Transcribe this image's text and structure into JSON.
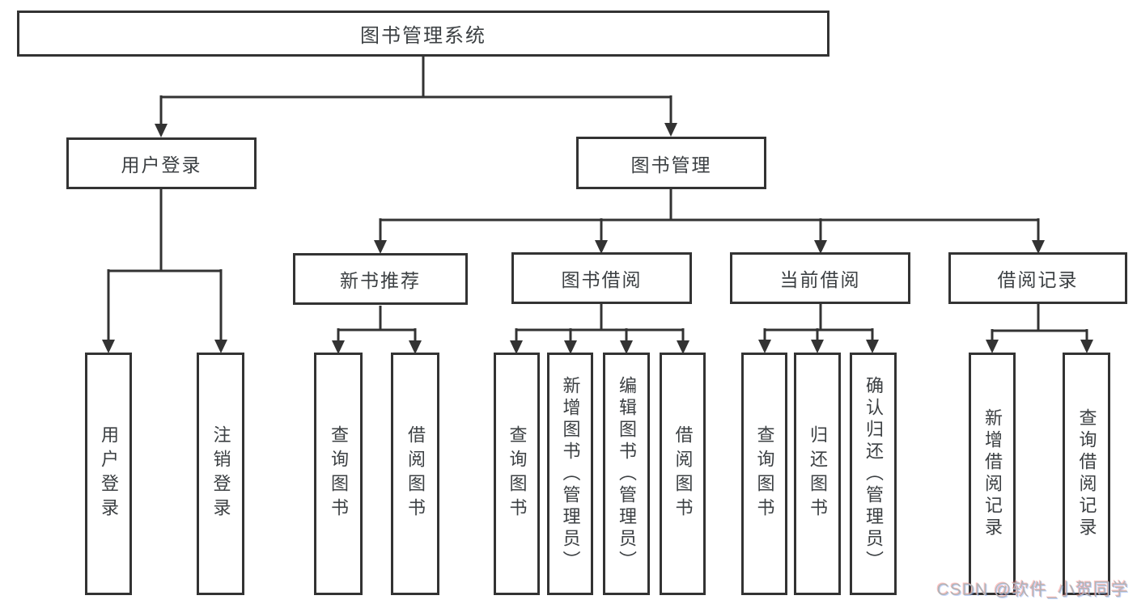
{
  "tree": {
    "root": {
      "label": "图书管理系统",
      "children": [
        {
          "label": "用户登录",
          "children": [
            {
              "label": "用户登录"
            },
            {
              "label": "注销登录"
            }
          ]
        },
        {
          "label": "图书管理",
          "children": [
            {
              "label": "新书推荐",
              "children": [
                {
                  "label": "查询图书"
                },
                {
                  "label": "借阅图书"
                }
              ]
            },
            {
              "label": "图书借阅",
              "children": [
                {
                  "label": "查询图书"
                },
                {
                  "label": "新增图书（管理员）"
                },
                {
                  "label": "编辑图书（管理员）"
                },
                {
                  "label": "借阅图书"
                }
              ]
            },
            {
              "label": "当前借阅",
              "children": [
                {
                  "label": "查询图书"
                },
                {
                  "label": "归还图书"
                },
                {
                  "label": "确认归还（管理员）"
                }
              ]
            },
            {
              "label": "借阅记录",
              "children": [
                {
                  "label": "新增借阅记录"
                },
                {
                  "label": "查询借阅记录"
                }
              ]
            }
          ]
        }
      ]
    }
  },
  "watermark": {
    "text": "CSDN @软件_小贺同学"
  },
  "colors": {
    "line": "#333333",
    "text": "#3c4043",
    "watermark": "#b4b4b4",
    "background": "#ffffff"
  }
}
